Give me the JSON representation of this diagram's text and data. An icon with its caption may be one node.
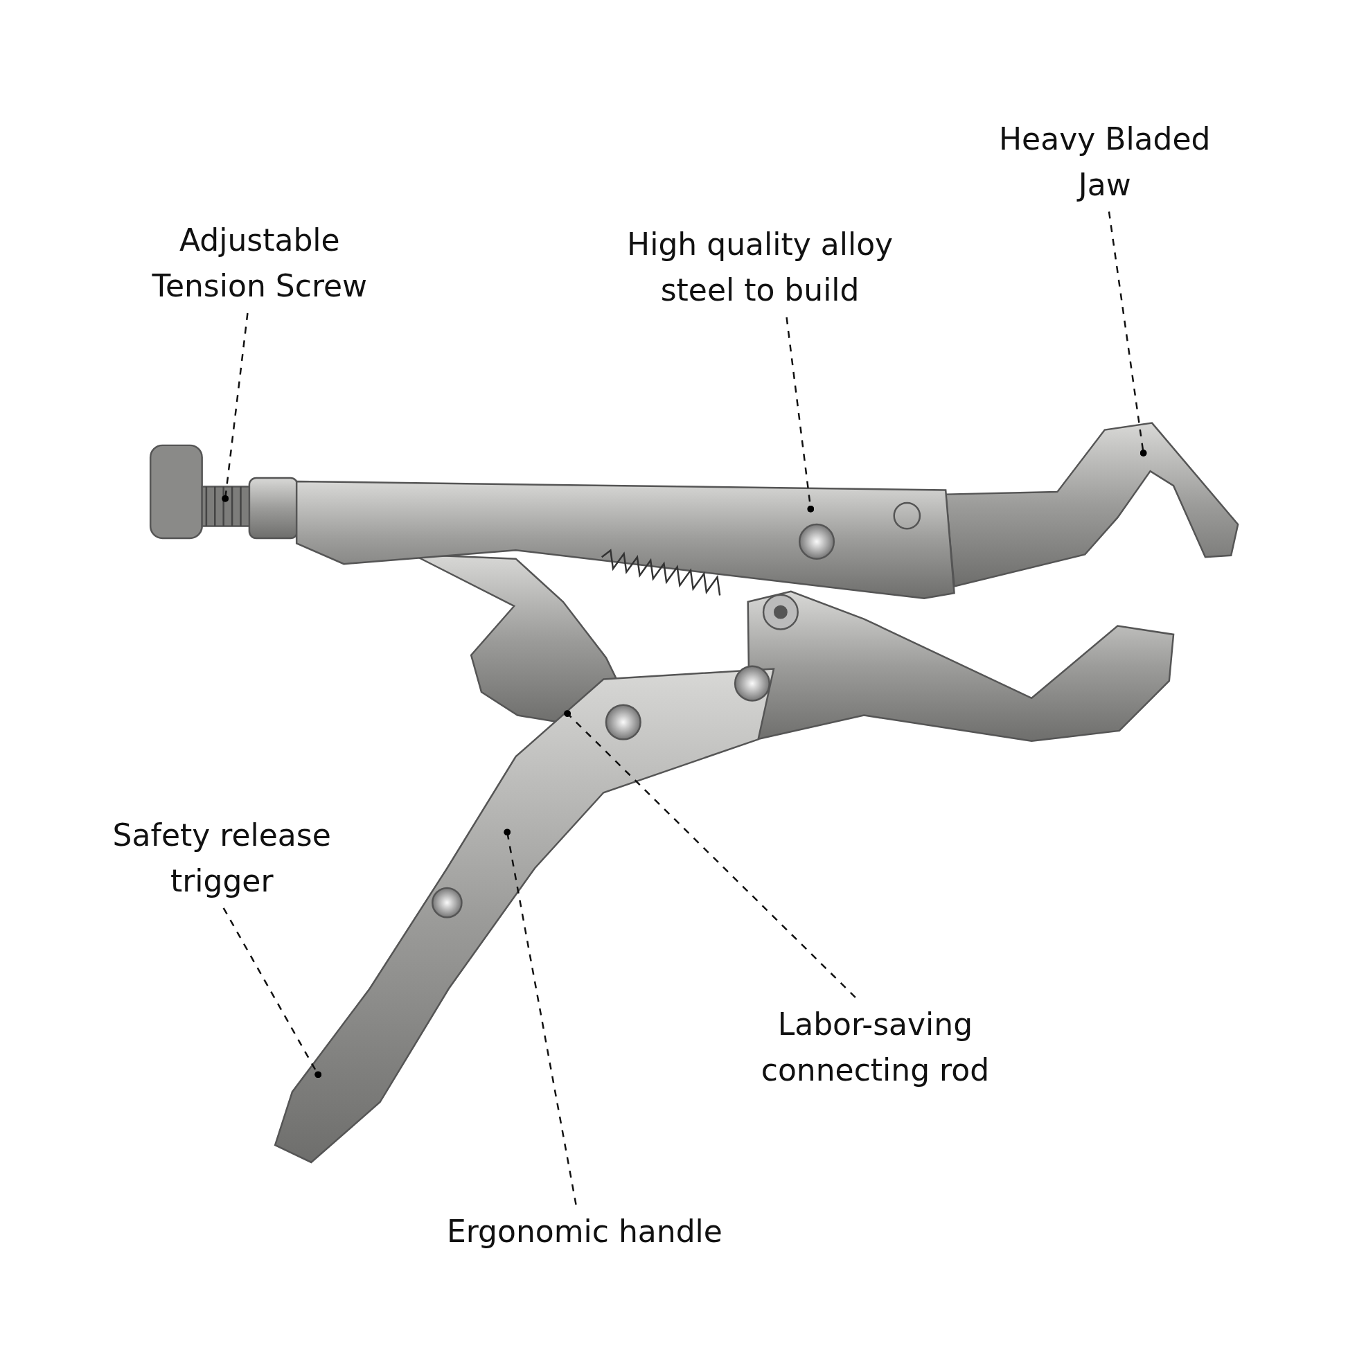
{
  "diagram": {
    "nodes": [
      {
        "text": [
          "Heavy Bladed Jaw"
        ]
      },
      {
        "text": [
          "Adjustable Tension Screw"
        ]
      },
      {
        "text": [
          "High quality alloy steel to build"
        ]
      },
      {
        "text": [
          "Safety release trigger"
        ]
      },
      {
        "text": [
          "Labor-saving connecting rod"
        ]
      },
      {
        "text": [
          "Ergonomic handle"
        ]
      }
    ],
    "edges": [
      {
        "from": 0,
        "to": null,
        "arrow": "other",
        "style": "dashed"
      },
      {
        "from": 1,
        "to": null,
        "arrow": "other",
        "style": "dashed"
      },
      {
        "from": 2,
        "to": null,
        "arrow": "other",
        "style": "dashed"
      },
      {
        "from": 3,
        "to": null,
        "arrow": "other",
        "style": "dashed"
      },
      {
        "from": 4,
        "to": null,
        "arrow": "other",
        "style": "dashed"
      },
      {
        "from": 5,
        "to": null,
        "arrow": "other",
        "style": "dashed"
      }
    ]
  }
}
